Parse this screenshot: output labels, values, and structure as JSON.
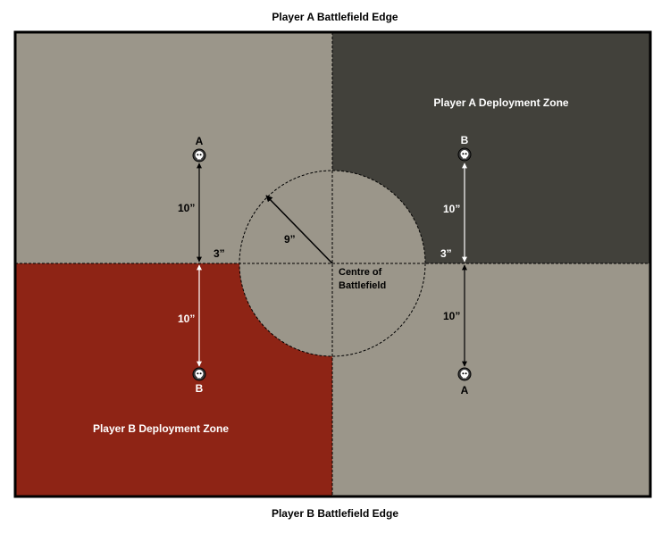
{
  "edges": {
    "top": "Player A Battlefield Edge",
    "bottom": "Player B Battlefield Edge"
  },
  "zones": {
    "player_a": "Player A Deployment Zone",
    "player_b": "Player B Deployment Zone"
  },
  "centre": {
    "line1": "Centre of",
    "line2": "Battlefield"
  },
  "measurements": {
    "radius": "9”",
    "left_offset": "3”",
    "right_offset": "3”",
    "left_up": "10”",
    "left_down": "10”",
    "right_up": "10”",
    "right_down": "10”"
  },
  "objectives": {
    "left_top": "A",
    "left_bottom": "B",
    "right_top": "B",
    "right_bottom": "A"
  },
  "colors": {
    "neutral": "#9b968a",
    "player_a_zone": "#42413b",
    "player_b_zone": "#8e2415",
    "border": "#000000",
    "white_text": "#ffffff",
    "black_text": "#000000"
  }
}
